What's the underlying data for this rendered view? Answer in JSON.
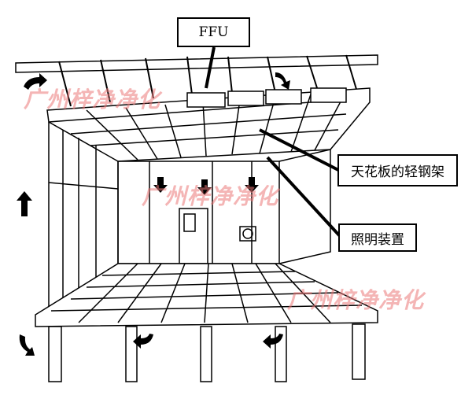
{
  "labels": {
    "ffu": "FFU",
    "ceiling_frame": "天花板的轻钢架",
    "lighting": "照明装置"
  },
  "watermark": "广州梓净净化",
  "colors": {
    "line": "#000000",
    "watermark": "#eb7878"
  }
}
